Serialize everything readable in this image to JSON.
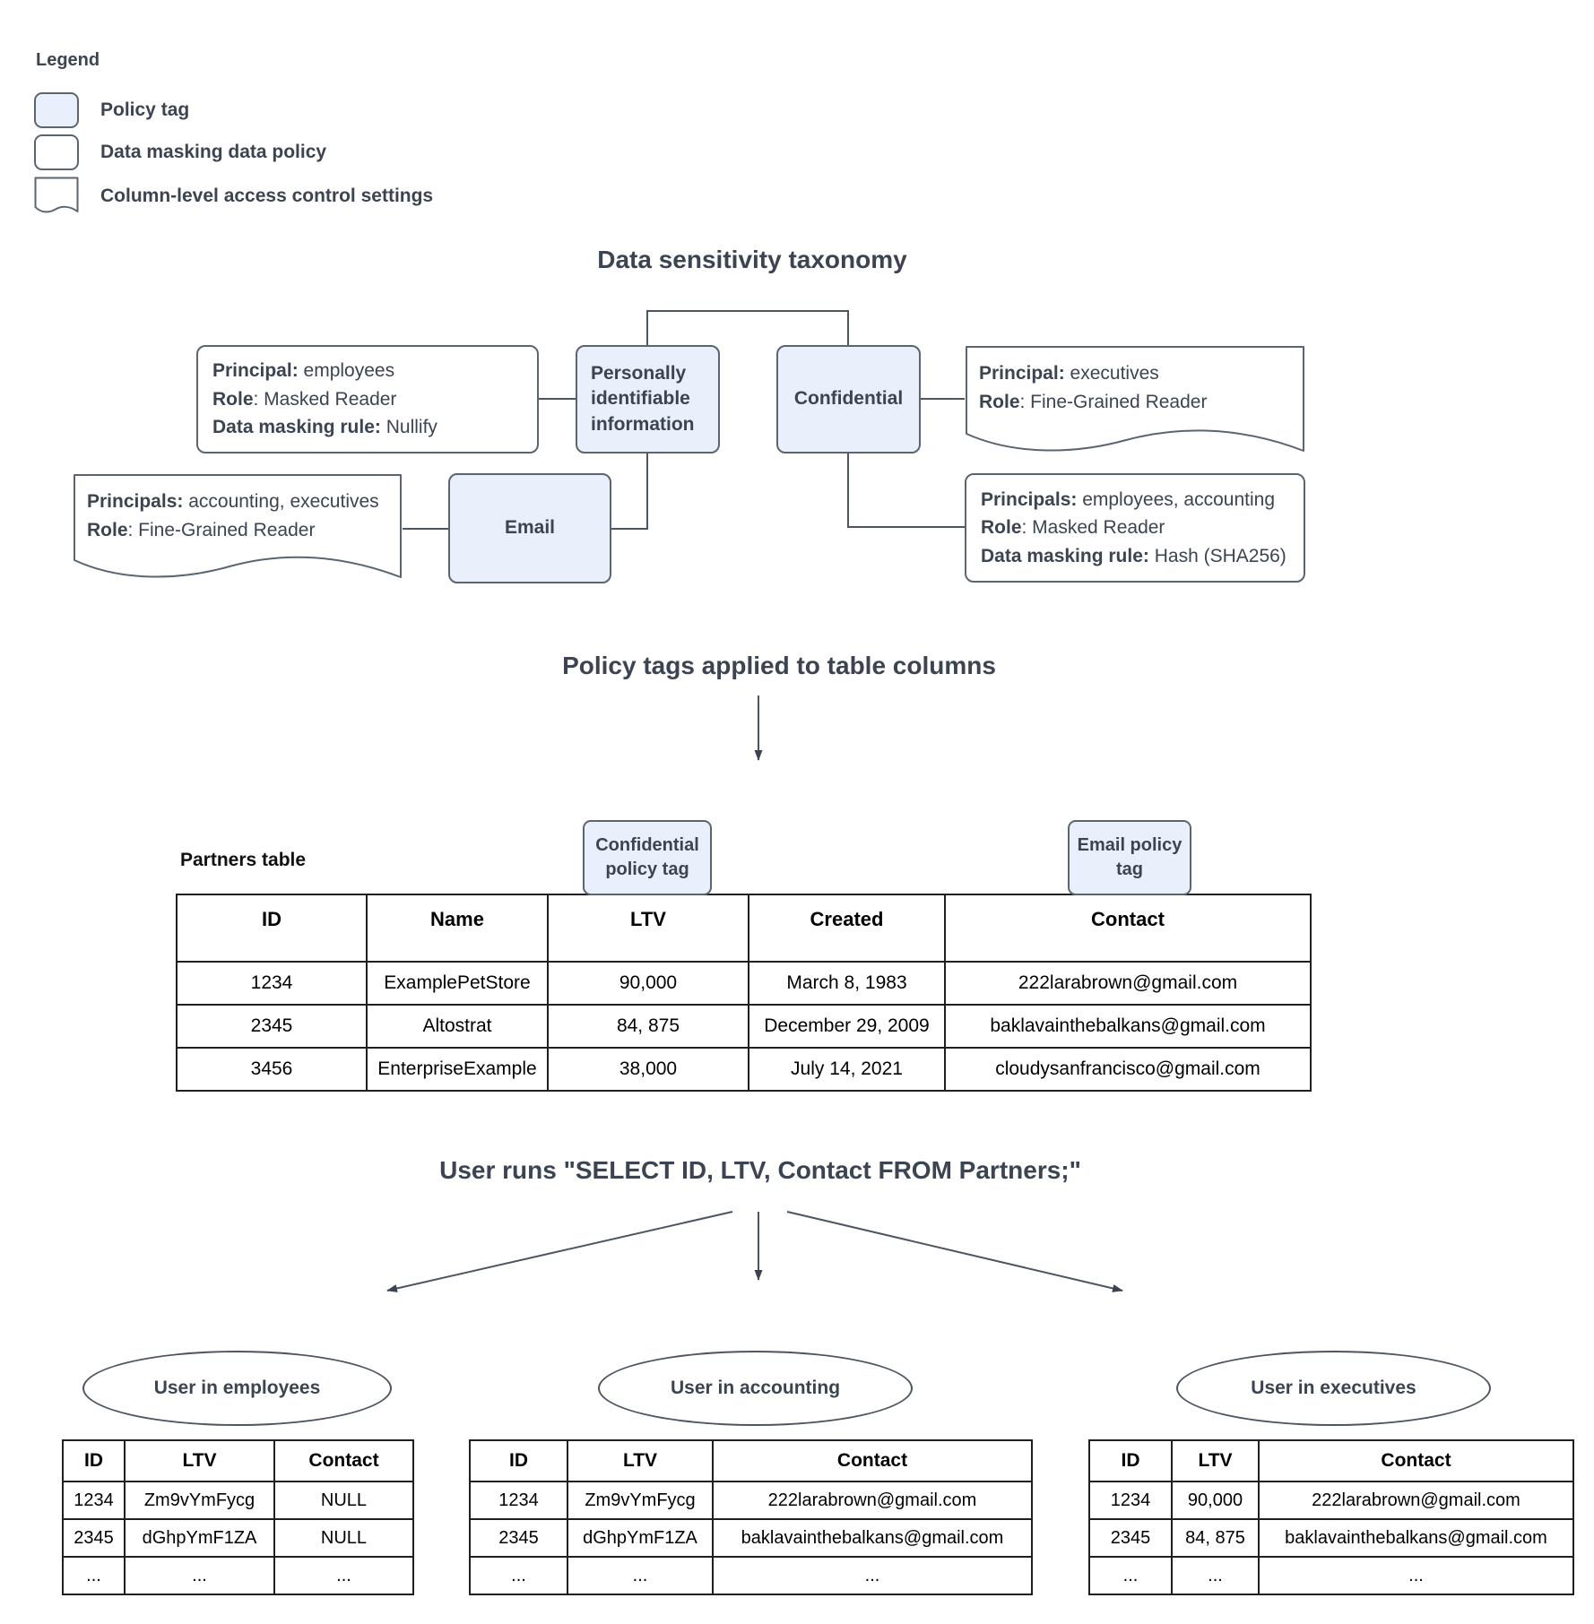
{
  "legend": {
    "title": "Legend",
    "items": [
      {
        "icon": "policy-tag-swatch",
        "label": "Policy tag"
      },
      {
        "icon": "data-masking-swatch",
        "label": "Data masking data policy"
      },
      {
        "icon": "access-control-swatch",
        "label": "Column-level access control settings"
      }
    ]
  },
  "colors": {
    "policy_tag_fill": "#e9f0fb",
    "shape_border": "#5b6570",
    "heading_text": "#3b4450",
    "table_border": "#1f1f1f"
  },
  "taxonomy": {
    "title": "Data sensitivity taxonomy",
    "pii_label": "Personally identifiable information",
    "confidential_label": "Confidential",
    "email_label": "Email",
    "policy_nullify": {
      "lines": [
        {
          "b": "Principal:",
          "r": " employees"
        },
        {
          "b": "Role",
          "r": ": Masked Reader"
        },
        {
          "b": "Data masking rule:",
          "r": " Nullify"
        }
      ]
    },
    "policy_executives": {
      "lines": [
        {
          "b": "Principal:",
          "r": " executives"
        },
        {
          "b": "Role",
          "r": ": Fine-Grained Reader"
        }
      ]
    },
    "policy_accounting_executives": {
      "lines": [
        {
          "b": "Principals:",
          "r": " accounting, executives"
        },
        {
          "b": "Role",
          "r": ": Fine-Grained Reader"
        }
      ]
    },
    "policy_hash": {
      "lines": [
        {
          "b": "Principals:",
          "r": " employees, accounting"
        },
        {
          "b": "Role",
          "r": ": Masked Reader"
        },
        {
          "b": "Data masking rule:",
          "r": " Hash (SHA256)"
        }
      ]
    }
  },
  "section_policy_tags": {
    "heading": "Policy tags applied to table columns"
  },
  "partners": {
    "label": "Partners table",
    "confidential_tag": "Confidential policy tag",
    "email_tag": "Email policy tag",
    "headers": [
      "ID",
      "Name",
      "LTV",
      "Created",
      "Contact"
    ],
    "rows": [
      [
        "1234",
        "ExamplePetStore",
        "90,000",
        "March 8, 1983",
        "222larabrown@gmail.com"
      ],
      [
        "2345",
        "Altostrat",
        "84, 875",
        "December 29, 2009",
        "baklavainthebalkans@gmail.com"
      ],
      [
        "3456",
        "EnterpriseExample",
        "38,000",
        "July 14, 2021",
        "cloudysanfrancisco@gmail.com"
      ]
    ]
  },
  "query_section": {
    "heading": "User runs \"SELECT ID, LTV, Contact FROM Partners;\""
  },
  "results": [
    {
      "group": "User in employees",
      "headers": [
        "ID",
        "LTV",
        "Contact"
      ],
      "rows": [
        [
          "1234",
          "Zm9vYmFycg",
          "NULL"
        ],
        [
          "2345",
          "dGhpYmF1ZA",
          "NULL"
        ],
        [
          "...",
          "...",
          "..."
        ]
      ]
    },
    {
      "group": "User in accounting",
      "headers": [
        "ID",
        "LTV",
        "Contact"
      ],
      "rows": [
        [
          "1234",
          "Zm9vYmFycg",
          "222larabrown@gmail.com"
        ],
        [
          "2345",
          "dGhpYmF1ZA",
          "baklavainthebalkans@gmail.com"
        ],
        [
          "...",
          "...",
          "..."
        ]
      ]
    },
    {
      "group": "User in executives",
      "headers": [
        "ID",
        "LTV",
        "Contact"
      ],
      "rows": [
        [
          "1234",
          "90,000",
          "222larabrown@gmail.com"
        ],
        [
          "2345",
          "84, 875",
          "baklavainthebalkans@gmail.com"
        ],
        [
          "...",
          "...",
          "..."
        ]
      ]
    }
  ]
}
